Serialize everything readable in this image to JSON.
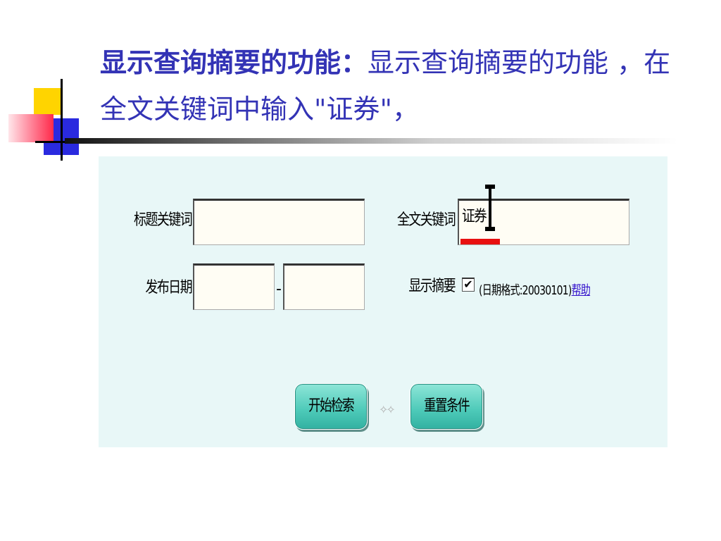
{
  "slide": {
    "heading_bold": "显示查询摘要的功能：",
    "heading_normal": "显示查询摘要的功能 ，在全文关键词中输入\"证券\"，"
  },
  "form": {
    "title_keyword_label": "标题关键词",
    "title_keyword_value": "",
    "fulltext_keyword_label": "全文关键词",
    "fulltext_keyword_value": "证券",
    "publish_date_label": "发布日期",
    "date_from_value": "",
    "date_separator": "-",
    "date_to_value": "",
    "show_summary_label": "显示摘要",
    "show_summary_checked": true,
    "check_mark": "✔",
    "date_format_hint": "(日期格式:20030101)",
    "help_link": "帮助",
    "search_button": "开始检索",
    "button_separator": "✧✧",
    "reset_button": "重置条件"
  },
  "colors": {
    "heading": "#3333b5",
    "panel_bg": "#e8f7f7",
    "button": "#4cc9b8",
    "link": "#3311cc",
    "input_bg": "#fffdf4"
  }
}
